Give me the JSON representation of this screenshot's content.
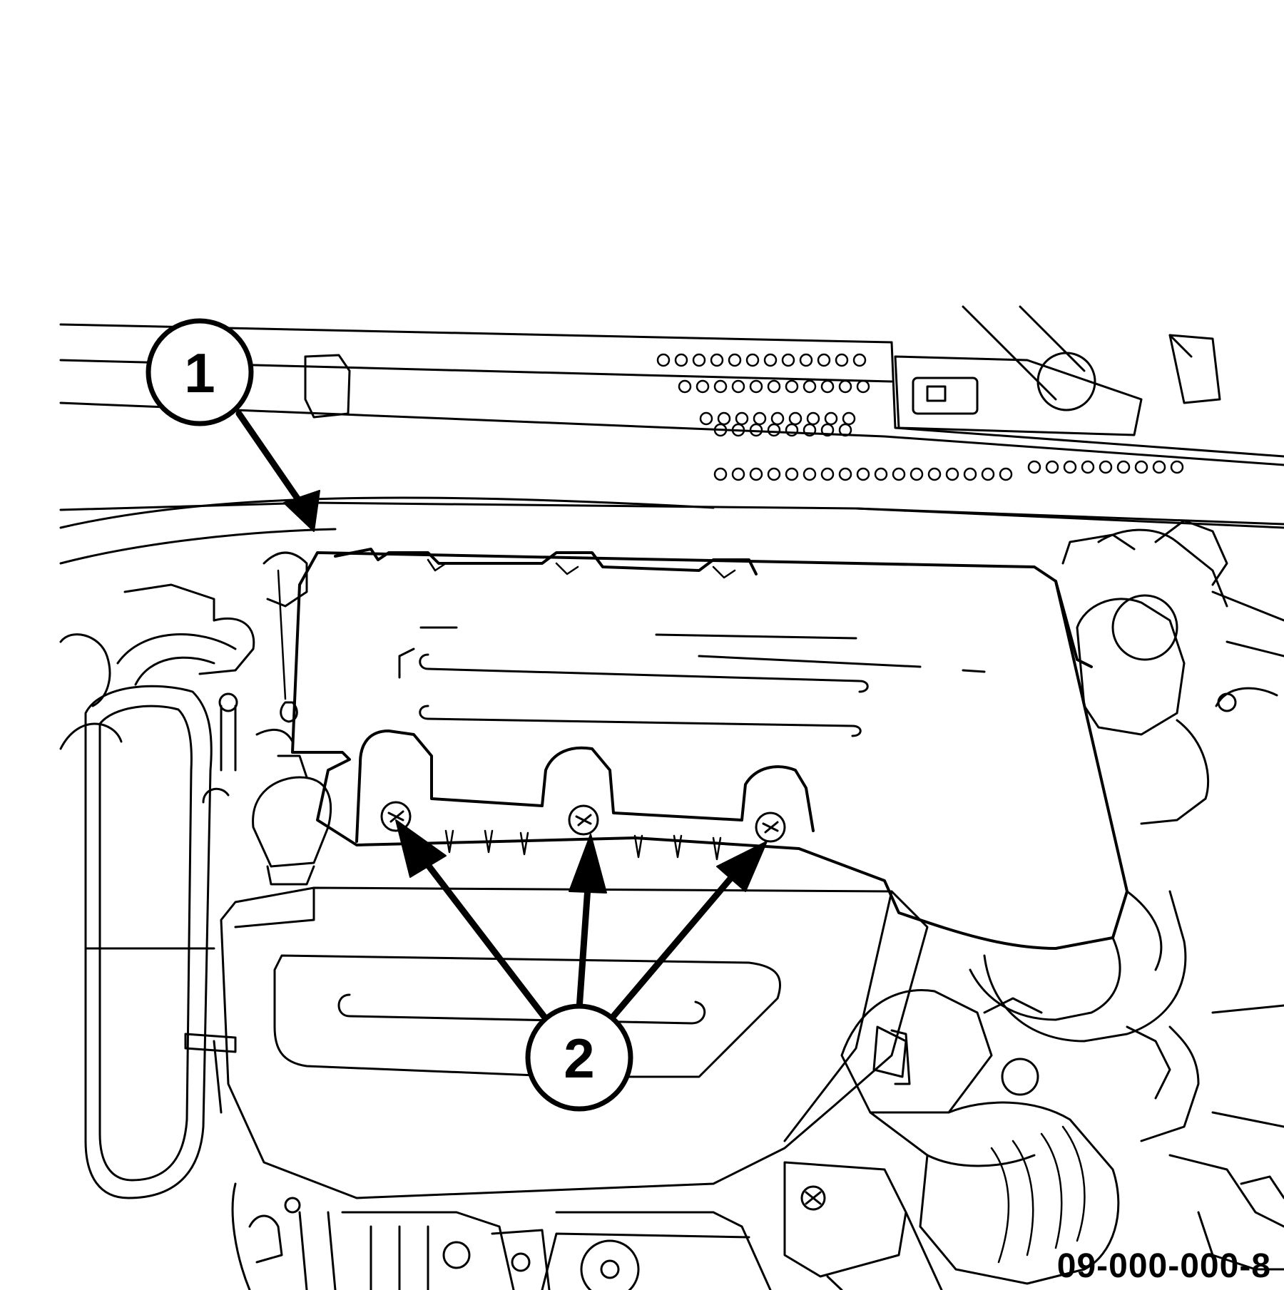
{
  "figure_id": "09-000-000-8",
  "callouts": [
    {
      "label": "1"
    },
    {
      "label": "2"
    }
  ],
  "colors": {
    "line": "#000000",
    "background": "#ffffff"
  }
}
